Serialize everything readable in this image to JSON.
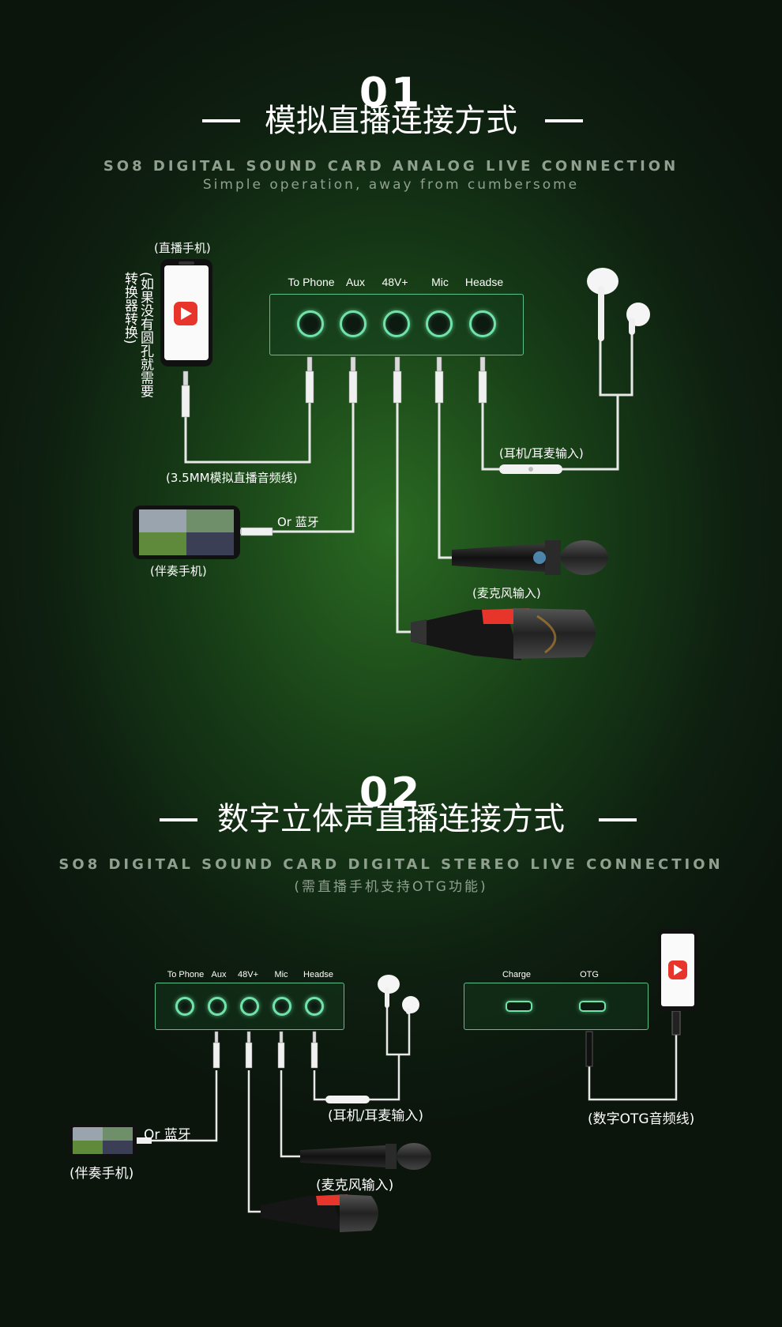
{
  "section1": {
    "number": "01",
    "title": "模拟直播连接方式",
    "subtitle_en": "SO8 DIGITAL SOUND CARD ANALOG LIVE CONNECTION",
    "subtitle_tag": "Simple operation, away from cumbersome",
    "ports": [
      "To Phone",
      "Aux",
      "48V+",
      "Mic",
      "Headse"
    ],
    "labels": {
      "live_phone": "(直播手机)",
      "converter_col1": "(如果没有圆孔就需要",
      "converter_col2": "转换器转换)",
      "cable": "(3.5MM模拟直播音频线)",
      "or_bluetooth": "Or 蓝牙",
      "accomp_phone": "(伴奏手机)",
      "headset_input": "(耳机/耳麦输入)",
      "mic_input": "(麦克风输入)"
    }
  },
  "section2": {
    "number": "02",
    "title": "数字立体声直播连接方式",
    "subtitle_en": "SO8 DIGITAL SOUND CARD DIGITAL STEREO LIVE CONNECTION",
    "subtitle_tag": "(需直播手机支持OTG功能)",
    "ports": [
      "To Phone",
      "Aux",
      "48V+",
      "Mic",
      "Headse"
    ],
    "usb_ports": [
      "Charge",
      "OTG"
    ],
    "labels": {
      "or_bluetooth": "Or 蓝牙",
      "accomp_phone": "(伴奏手机)",
      "headset_input": "(耳机/耳麦输入)",
      "mic_input": "(麦克风输入)",
      "otg_cable": "(数字OTG音频线)"
    }
  },
  "colors": {
    "accent": "#6fe3a8",
    "panel_border": "#5ec08a",
    "app_red": "#e8352b"
  }
}
